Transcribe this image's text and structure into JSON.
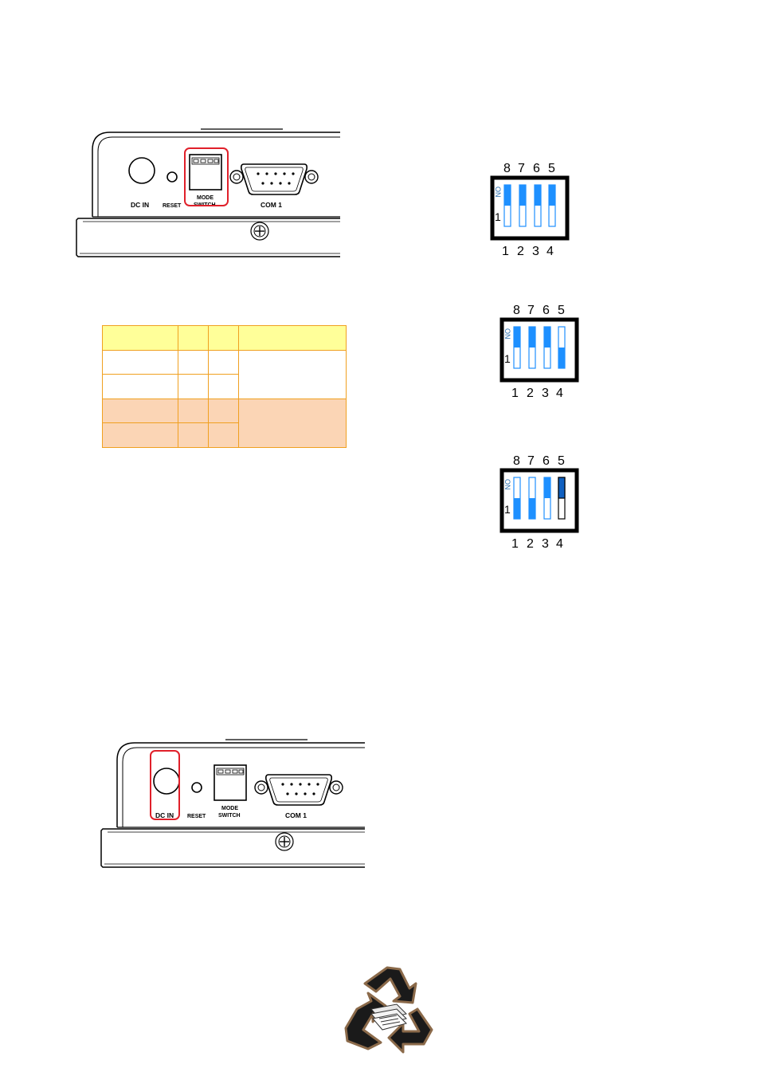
{
  "panel_top": {
    "labels": {
      "dc_in": "DC IN",
      "reset": "RESET",
      "mode_line1": "MODE",
      "mode_line2": "SWITCH",
      "com1": "COM 1"
    },
    "highlight": "mode-switch",
    "highlight_color": "#e0202a"
  },
  "panel_bottom": {
    "labels": {
      "dc_in": "DC IN",
      "reset": "RESET",
      "mode_line1": "MODE",
      "mode_line2": "SWITCH",
      "com1": "COM 1"
    },
    "highlight": "dc-in",
    "highlight_color": "#e0202a"
  },
  "mode_table": {
    "header_color": "#ffff99",
    "border_color": "#f0a020",
    "peach_color": "#fbd5b5",
    "rows": [
      [
        "",
        "",
        "",
        ""
      ],
      [
        "",
        "",
        "",
        ""
      ],
      [
        "",
        "",
        "",
        ""
      ],
      [
        "",
        "",
        "",
        ""
      ]
    ]
  },
  "dip_switches": {
    "top_numbers": [
      "8",
      "7",
      "6",
      "5"
    ],
    "bottom_numbers": [
      "1",
      "2",
      "3",
      "4"
    ],
    "on_label": "ON",
    "side_label": "1",
    "blue": "#1e90ff",
    "diagrams": [
      {
        "positions": [
          "up",
          "up",
          "up",
          "up"
        ]
      },
      {
        "positions": [
          "up",
          "up",
          "up",
          "down"
        ]
      },
      {
        "positions": [
          "down",
          "down",
          "up",
          "up-dark"
        ]
      }
    ]
  },
  "recycle_icon": "recycle-icon"
}
